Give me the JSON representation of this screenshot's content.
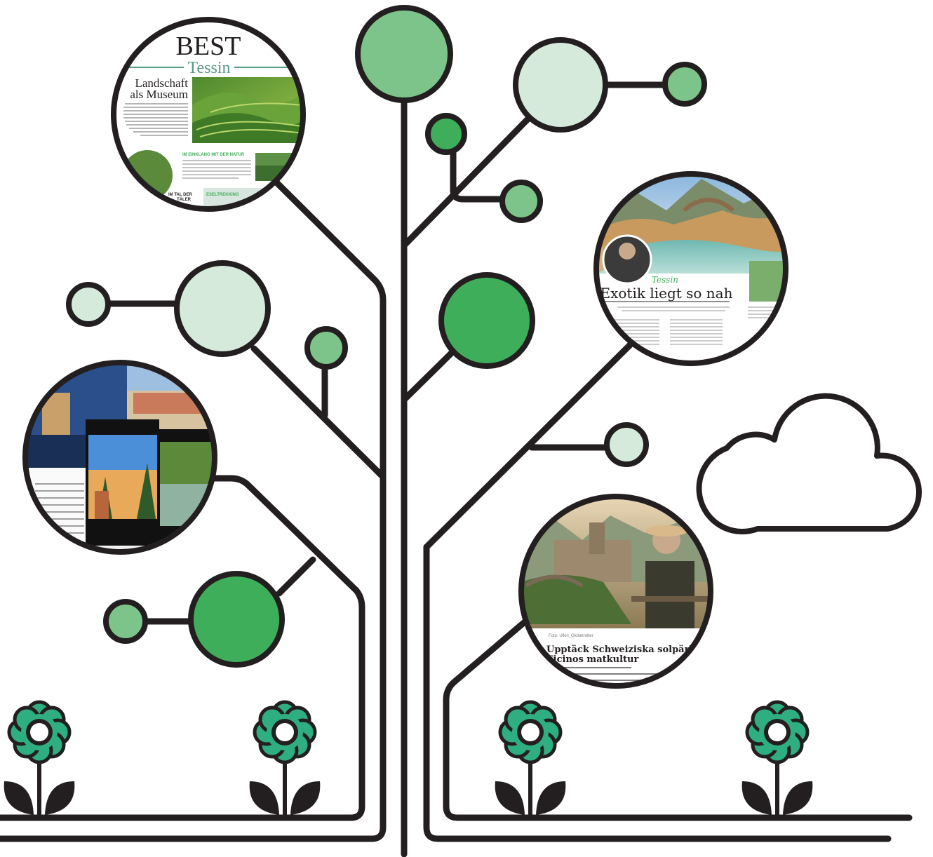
{
  "palette": {
    "stroke": "#231f20",
    "green_dark": "#3fae5a",
    "green_mid": "#7cc48a",
    "green_light": "#d5eadb",
    "flower": "#2fae82",
    "accent_text": "#5a9a86"
  },
  "clipping_best": {
    "title": "BEST",
    "subtitle": "Tessin",
    "headline_line1": "Landschaft",
    "headline_line2": "als Museum",
    "section1": "IM EINKLANG MIT DER NATUR",
    "section2": "ESELTREKKING",
    "section3_line1": "IM TAL DER",
    "section3_line2": "TÄLER"
  },
  "clipping_exotik": {
    "kicker": "Tessin",
    "headline": "Exotik liegt so nah"
  },
  "clipping_swedish": {
    "meta": "Foto: Ulkin_Globetrotter",
    "headline_line1": "Upptäck Schweiziska solpärlan",
    "headline_line2": "Ticinos matkultur"
  },
  "icons": [
    "flower-icon",
    "cloud-icon"
  ]
}
